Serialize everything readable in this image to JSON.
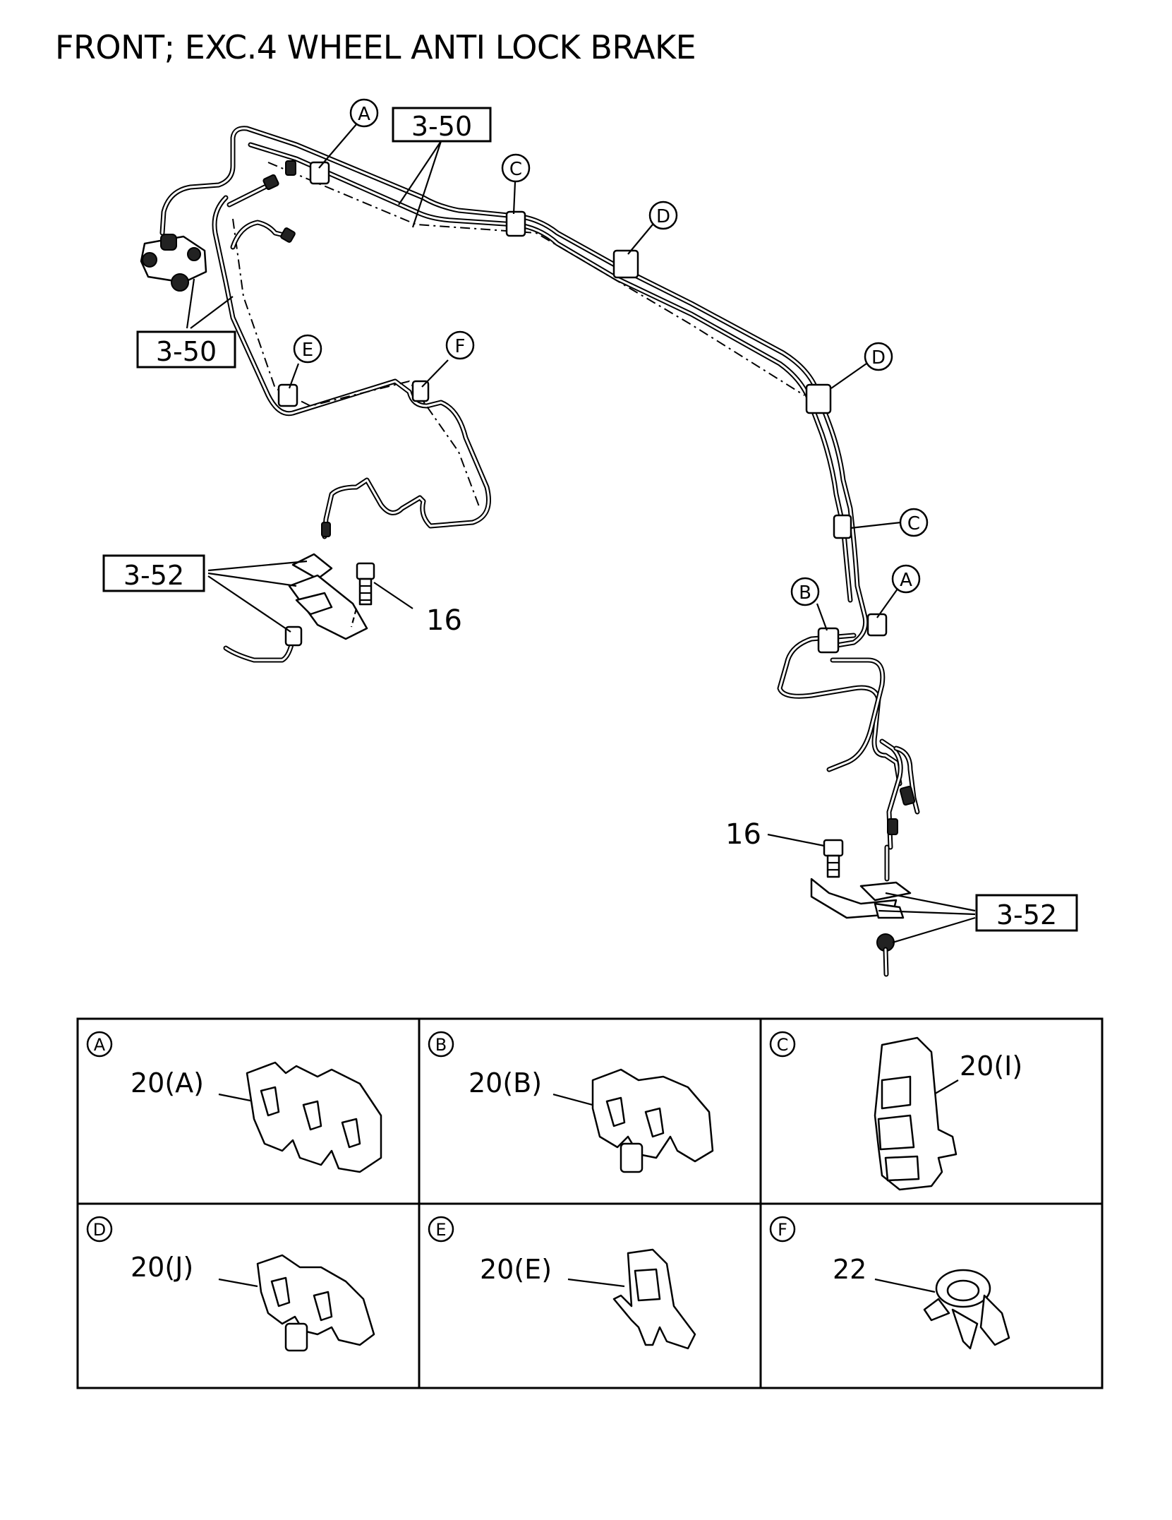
{
  "title": "FRONT; EXC.4 WHEEL ANTI LOCK BRAKE",
  "ref_boxes": {
    "top_center": "3-50",
    "left": "3-50",
    "lower_left": "3-52",
    "lower_right": "3-52"
  },
  "part_numbers": {
    "bolt_left": "16",
    "bolt_right": "16"
  },
  "location_markers": {
    "a_top": "A",
    "c_top": "C",
    "d_top": "D",
    "e_left": "E",
    "f_left": "F",
    "d_right": "D",
    "c_right": "C",
    "a_right": "A",
    "b_right": "B"
  },
  "detail_cells": [
    {
      "letter": "A",
      "label": "20(A)"
    },
    {
      "letter": "B",
      "label": "20(B)"
    },
    {
      "letter": "C",
      "label": "20(I)"
    },
    {
      "letter": "D",
      "label": "20(J)"
    },
    {
      "letter": "E",
      "label": "20(E)"
    },
    {
      "letter": "F",
      "label": "22"
    }
  ]
}
